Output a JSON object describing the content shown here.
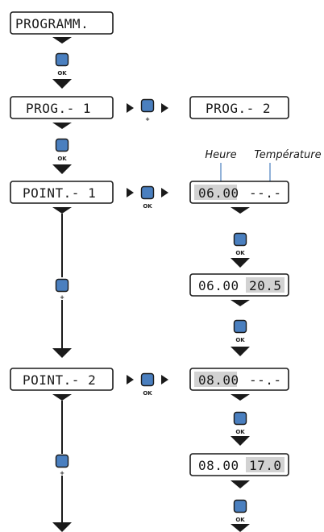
{
  "screens": {
    "programm": "PROGRAMM.",
    "prog1": "PROG.- 1",
    "prog2": "PROG.- 2",
    "point1": "POINT.- 1",
    "point2": "POINT.- 2",
    "p1_time": "06.00",
    "p1_temp_empty": "--.-",
    "p1_time_set": "06.00",
    "p1_temp_set": "20.5",
    "p2_time": "08.00",
    "p2_temp_empty": "--.-",
    "p2_time_set": "08.00",
    "p2_temp_set": "17.0"
  },
  "captions": {
    "heure": "Heure",
    "temperature": "Température"
  },
  "buttons": {
    "ok": "OK",
    "plus": "+"
  },
  "colors": {
    "button": "#4a7fbf",
    "highlight": "#d2d2d2",
    "ink": "#1a1a1a"
  }
}
